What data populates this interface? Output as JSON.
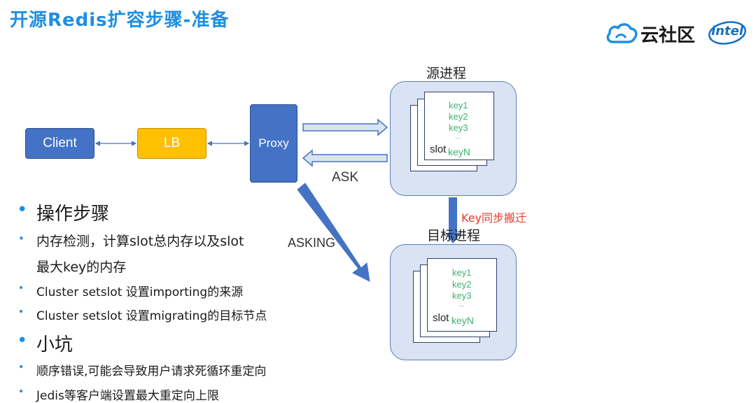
{
  "title": "开源Redis扩容步骤-准备",
  "logos": {
    "cloud_text": "云社区",
    "intel_text": "intel",
    "cloud_color": "#1e8fe1",
    "intel_color": "#1370c4"
  },
  "diagram": {
    "client": "Client",
    "lb": "LB",
    "proxy": "Proxy",
    "source_process": "源进程",
    "target_process": "目标进程",
    "source_keys": [
      "key1",
      "key2",
      "key3",
      "..."
    ],
    "target_keys": [
      "key1",
      "key2",
      "key3",
      "..."
    ],
    "slot_label": "slot",
    "slot_key": "keyN",
    "ask_label": "ASK",
    "asking_label": "ASKING",
    "sync_label": "Key同步搬迁",
    "colors": {
      "client": "#4472c4",
      "lb": "#ffc000",
      "proxy": "#4472c4",
      "process_fill": "#dae3f3",
      "key_text": "#3cb371",
      "sync_text": "#e8392c"
    }
  },
  "bullets": {
    "steps_heading": "操作步骤",
    "step1_line1": "内存检测，计算slot总内存以及slot",
    "step1_line2": "最大key的内存",
    "step2": "Cluster setslot 设置importing的来源",
    "step3": "Cluster setslot 设置migrating的目标节点",
    "pitfalls_heading": "小坑",
    "pitfall1": "顺序错误,可能会导致用户请求死循环重定向",
    "pitfall2": "Jedis等客户端设置最大重定向上限"
  }
}
